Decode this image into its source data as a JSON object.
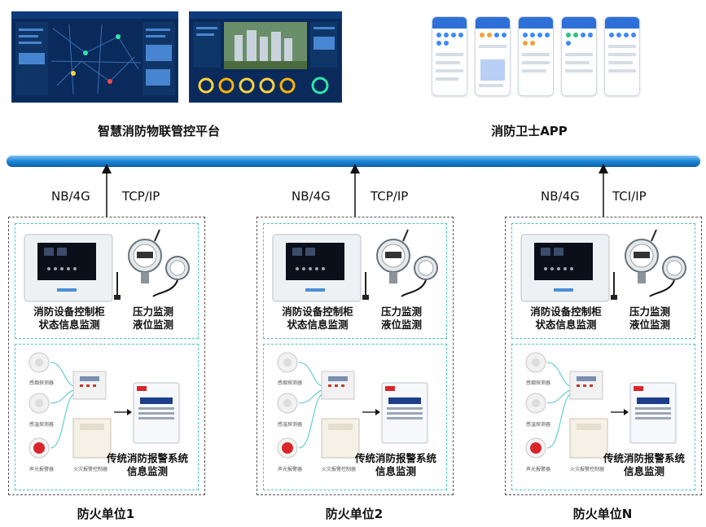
{
  "top": {
    "platform_title": "智慧消防物联管控平台",
    "app_title": "消防卫士APP"
  },
  "connections": [
    {
      "left": "NB/4G",
      "right": "TCP/IP"
    },
    {
      "left": "NB/4G",
      "right": "TCP/IP"
    },
    {
      "left": "NB/4G",
      "right": "TCI/IP"
    }
  ],
  "units": [
    {
      "cabinet_caption": [
        "消防设备控制柜",
        "状态信息监测"
      ],
      "pressure_caption": [
        "压力监测",
        "液位监测"
      ],
      "alarm_caption": [
        "传统消防报警系统",
        "信息监测"
      ],
      "detector_labels": [
        "感烟探测器",
        "感温探测器",
        "声光报警器"
      ],
      "controller_label": "火灾报警控制器",
      "unit_title": "防火单位1"
    },
    {
      "cabinet_caption": [
        "消防设备控制柜",
        "状态信息监测"
      ],
      "pressure_caption": [
        "压力监测",
        "液位监测"
      ],
      "alarm_caption": [
        "传统消防报警系统",
        "信息监测"
      ],
      "detector_labels": [
        "感烟探测器",
        "感温探测器",
        "声光报警器"
      ],
      "controller_label": "火灾报警控制器",
      "unit_title": "防火单位2"
    },
    {
      "cabinet_caption": [
        "消防设备控制柜",
        "状态信息监测"
      ],
      "pressure_caption": [
        "压力监测",
        "液位监测"
      ],
      "alarm_caption": [
        "传统消防报警系统",
        "信息监测"
      ],
      "detector_labels": [
        "感烟探测器",
        "感温探测器",
        "声光报警器"
      ],
      "controller_label": "火灾报警控制器",
      "unit_title": "防火单位N"
    }
  ],
  "colors": {
    "bus": "#1a86d8",
    "dashed_outer": "#555555",
    "dashed_inner": "#4bc6c6",
    "screen_bg": "#0a2a5c",
    "alarm_red": "#d9262b"
  }
}
